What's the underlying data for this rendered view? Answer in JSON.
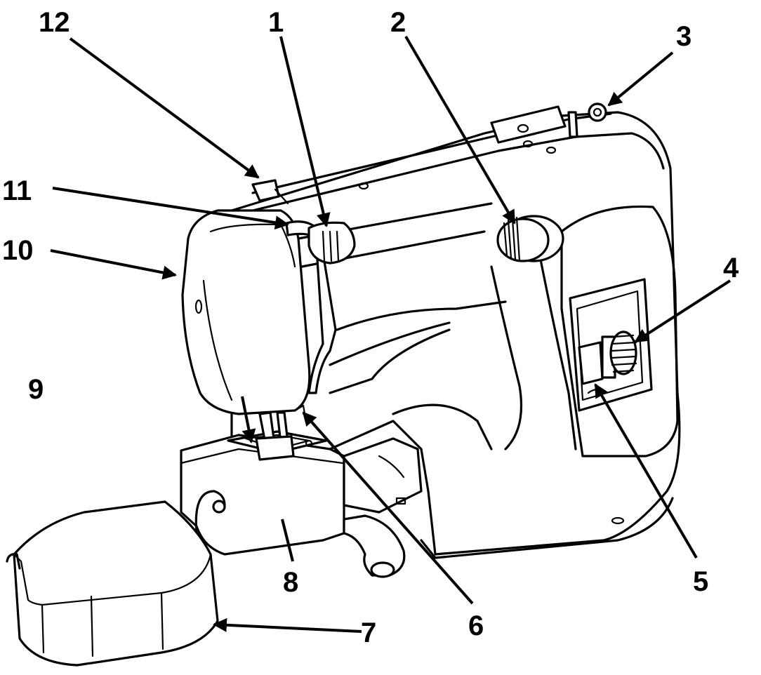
{
  "diagram": {
    "subject": "sewing machine",
    "callouts": [
      {
        "id": "1",
        "label": "1"
      },
      {
        "id": "2",
        "label": "2"
      },
      {
        "id": "3",
        "label": "3"
      },
      {
        "id": "4",
        "label": "4"
      },
      {
        "id": "5",
        "label": "5"
      },
      {
        "id": "6",
        "label": "6"
      },
      {
        "id": "7",
        "label": "7"
      },
      {
        "id": "8",
        "label": "8"
      },
      {
        "id": "9",
        "label": "9"
      },
      {
        "id": "10",
        "label": "10"
      },
      {
        "id": "11",
        "label": "11"
      },
      {
        "id": "12",
        "label": "12"
      }
    ],
    "colors": {
      "line": "#000000",
      "background": "#ffffff"
    }
  }
}
